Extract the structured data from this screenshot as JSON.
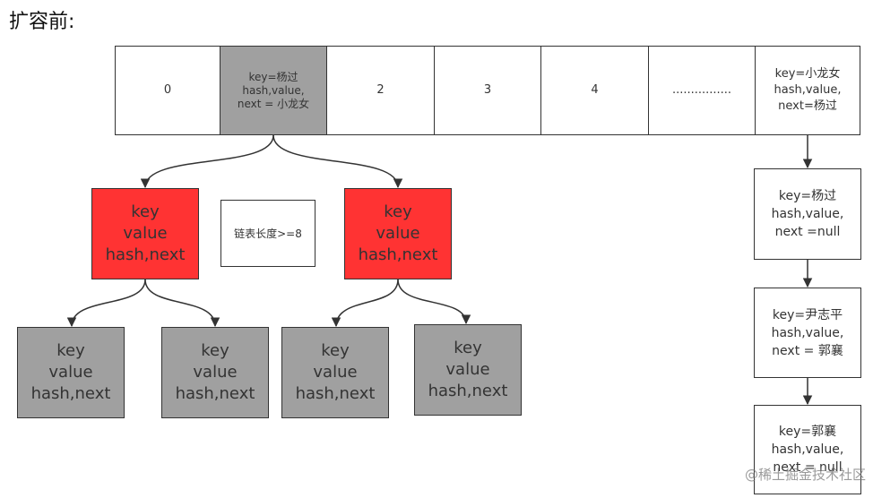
{
  "title": "扩容前:",
  "array": {
    "cells": [
      {
        "lines": [
          "0"
        ]
      },
      {
        "lines": [
          "key=杨过",
          "hash,value,",
          "next = 小龙女"
        ]
      },
      {
        "lines": [
          "2"
        ]
      },
      {
        "lines": [
          "3"
        ]
      },
      {
        "lines": [
          "4"
        ]
      },
      {
        "lines": [
          "................"
        ]
      },
      {
        "lines": [
          "key=小龙女",
          "hash,value,",
          "next=杨过"
        ]
      }
    ]
  },
  "tree": {
    "red_nodes": [
      {
        "lines": [
          "key",
          "value",
          "hash,next"
        ]
      },
      {
        "lines": [
          "key",
          "value",
          "hash,next"
        ]
      }
    ],
    "gray_nodes": [
      {
        "lines": [
          "key",
          "value",
          "hash,next"
        ]
      },
      {
        "lines": [
          "key",
          "value",
          "hash,next"
        ]
      },
      {
        "lines": [
          "key",
          "value",
          "hash,next"
        ]
      },
      {
        "lines": [
          "key",
          "value",
          "hash,next"
        ]
      }
    ],
    "note": "链表长度>=8"
  },
  "list": {
    "nodes": [
      {
        "lines": [
          "key=杨过",
          "hash,value,",
          "next =null"
        ]
      },
      {
        "lines": [
          "key=尹志平",
          "hash,value,",
          "next = 郭襄"
        ]
      },
      {
        "lines": [
          "key=郭襄",
          "hash,value,",
          "next = null"
        ]
      }
    ]
  },
  "watermark": "@稀土掘金技术社区",
  "colors": {
    "red": "#ff3333",
    "gray": "#a0a0a0",
    "line": "#333333"
  }
}
